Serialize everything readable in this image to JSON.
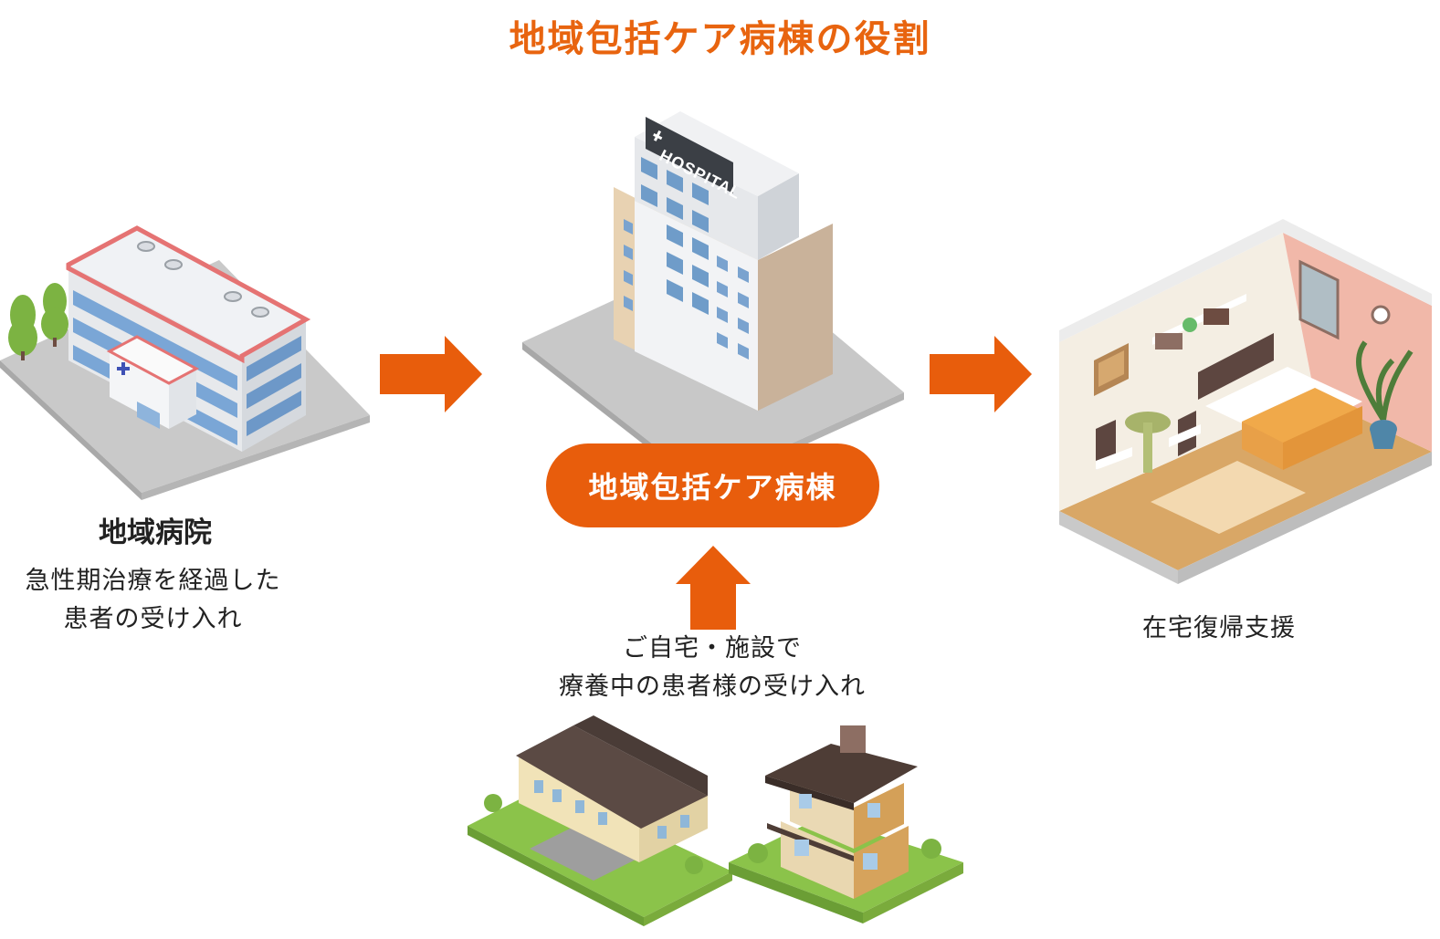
{
  "title": "地域包括ケア病棟の役割",
  "center": {
    "pill_label": "地域包括ケア病棟",
    "sign_text": "HOSPITAL",
    "source_lines": [
      "ご自宅・施設で",
      "療養中の患者様の受け入れ"
    ]
  },
  "left": {
    "heading": "地域病院",
    "lines": [
      "急性期治療を経過した",
      "患者の受け入れ"
    ]
  },
  "right": {
    "label": "在宅復帰支援"
  },
  "colors": {
    "accent": "#e85d0c",
    "title": "#e8640f",
    "text": "#222222"
  },
  "icons": {
    "left": "regional-hospital-building",
    "center": "hospital-tower",
    "right": "home-bedroom",
    "bottom": [
      "care-facility-building",
      "private-house"
    ]
  }
}
